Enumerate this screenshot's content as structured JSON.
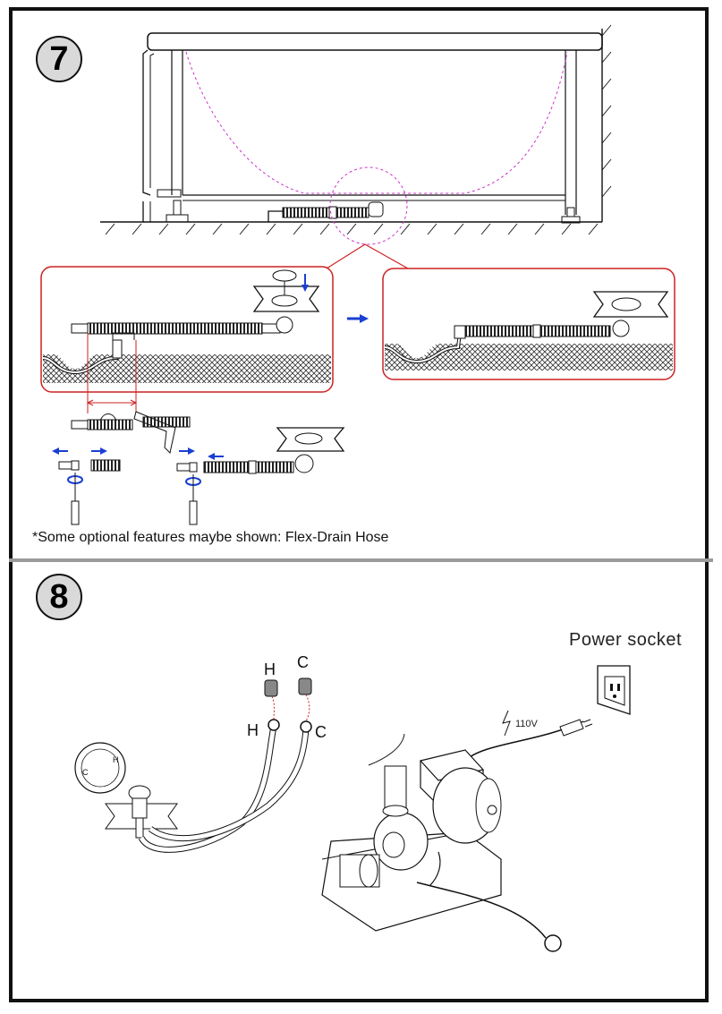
{
  "step7": {
    "number": "7",
    "note": "*Some optional features maybe shown: Flex-Drain Hose"
  },
  "step8": {
    "number": "8",
    "power_socket_label": "Power socket",
    "voltage_label": "110V",
    "hot_label_top": "H",
    "cold_label_top": "C",
    "hot_label_hose": "H",
    "cold_label_hose": "C"
  },
  "colors": {
    "frame": "#111111",
    "separator": "#9a9a9a",
    "callout": "#cc2222",
    "arrow": "#1a3fd1",
    "magenta": "#cc33cc"
  }
}
